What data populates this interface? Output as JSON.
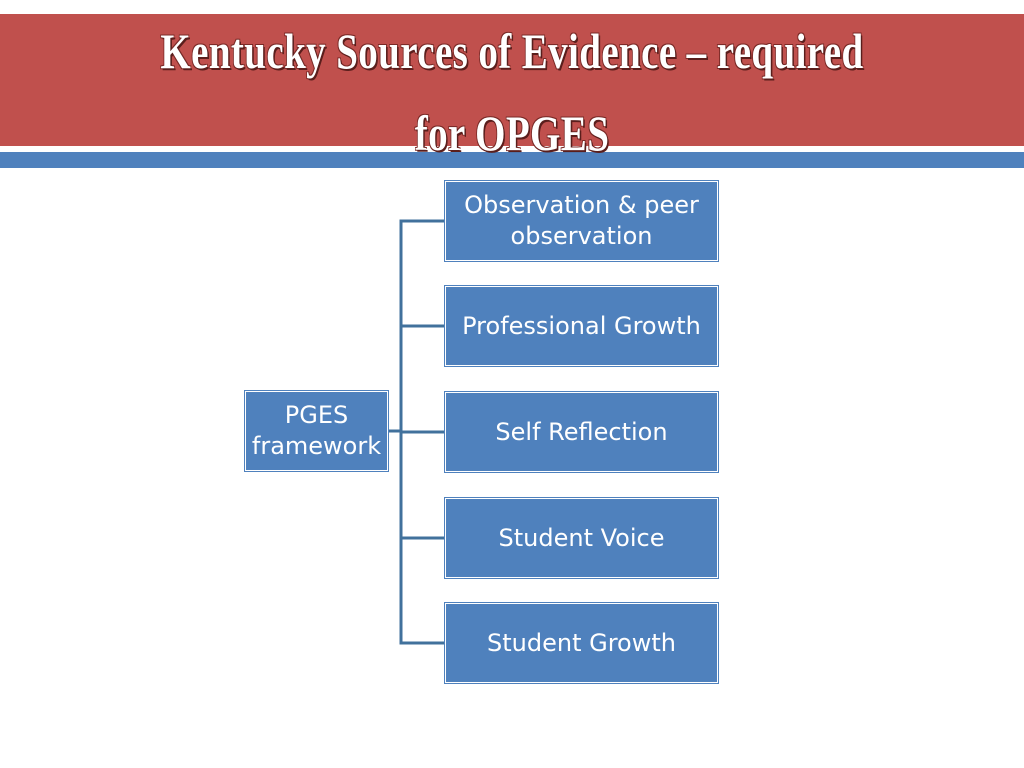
{
  "slide": {
    "title": "Kentucky Sources of Evidence – required for OPGES"
  },
  "diagram": {
    "root": {
      "label": "PGES framework"
    },
    "children": [
      {
        "label": "Observation & peer observation"
      },
      {
        "label": "Professional Growth"
      },
      {
        "label": "Self Reflection"
      },
      {
        "label": "Student Voice"
      },
      {
        "label": "Student Growth"
      }
    ]
  },
  "colors": {
    "title_band": "#c0504d",
    "accent_band": "#4f81bd",
    "box_fill": "#4f81bd",
    "connector": "#41719c",
    "text": "#ffffff"
  }
}
